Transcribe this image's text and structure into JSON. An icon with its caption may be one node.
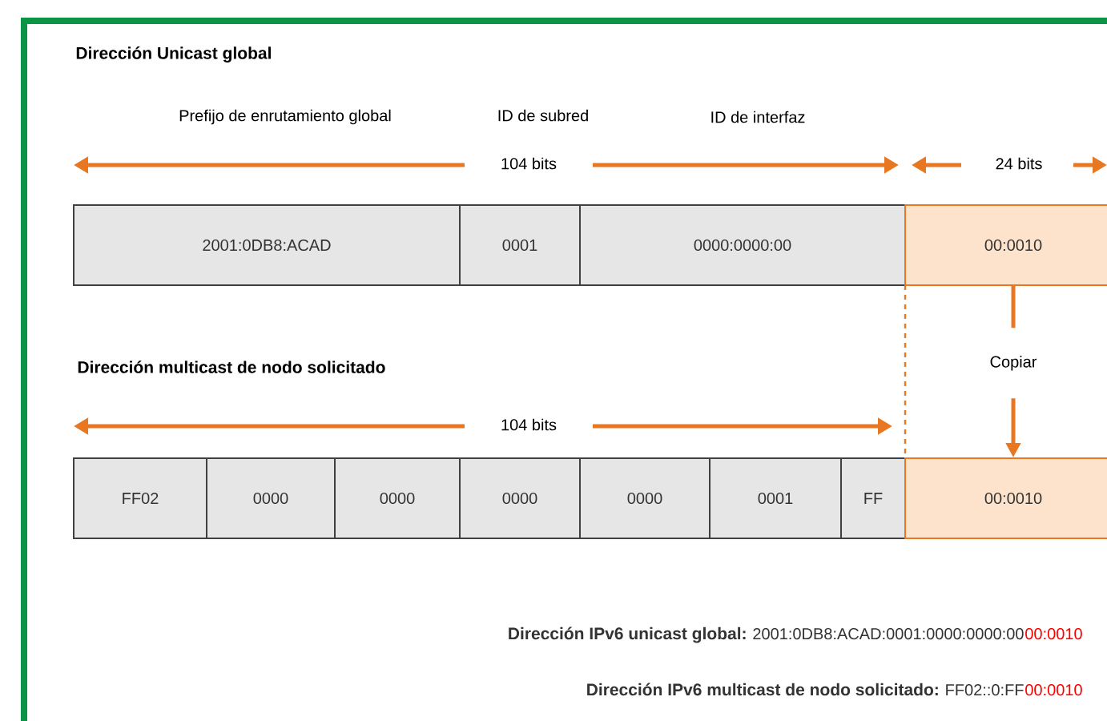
{
  "diagram": {
    "nodes": [
      {
        "text": [
          "2001:0DB8:ACAD"
        ]
      },
      {
        "text": [
          "0001"
        ]
      },
      {
        "text": [
          "0000:0000:00"
        ]
      },
      {
        "text": [
          "00:0010"
        ]
      },
      {
        "text": [
          "FF02"
        ]
      },
      {
        "text": [
          "0000"
        ]
      },
      {
        "text": [
          "0000"
        ]
      },
      {
        "text": [
          "0000"
        ]
      },
      {
        "text": [
          "0000"
        ]
      },
      {
        "text": [
          "0001"
        ]
      },
      {
        "text": [
          "FF"
        ]
      },
      {
        "text": [
          "00:0010"
        ]
      }
    ],
    "edges": [
      {
        "from": 3,
        "to": 11,
        "arrow": "to",
        "label": "Copiar",
        "color": "#e87722"
      }
    ],
    "labels": [
      "Dirección Unicast global",
      "Prefijo de enrutamiento global",
      "ID de subred",
      "ID de interfaz",
      "104 bits",
      "24 bits",
      "Dirección multicast de nodo solicitado",
      "104 bits",
      "Dirección IPv6 unicast global:",
      "2001:0DB8:ACAD:0001:0000:0000:00",
      "00:0010",
      "Dirección IPv6 multicast de nodo solicitado:",
      "FF02::0:FF",
      "00:0010"
    ]
  }
}
